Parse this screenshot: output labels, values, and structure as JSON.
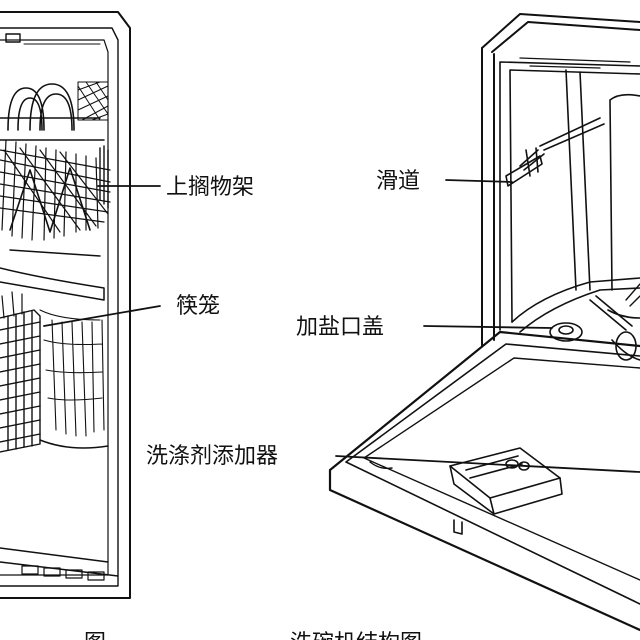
{
  "labels": {
    "upper_rack": "上搁物架",
    "cutlery_basket": "筷笼",
    "slide_rail": "滑道",
    "salt_cap": "加盐口盖",
    "detergent_dispenser": "洗涤剂添加器"
  },
  "caption_fragments": [
    "图",
    "洗碗机结构图"
  ]
}
